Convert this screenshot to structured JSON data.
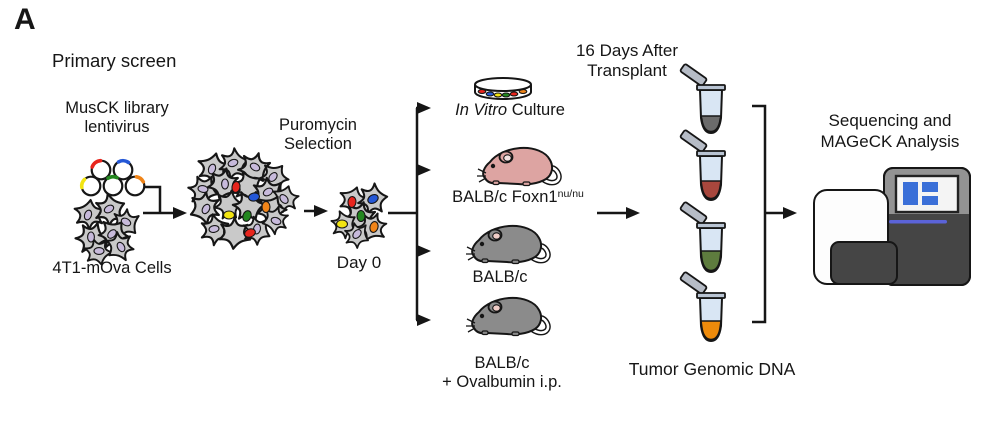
{
  "figure": {
    "panel_label": "A",
    "title": "Primary screen"
  },
  "labels": {
    "library_line1": "MusCK library",
    "library_line2": "lentivirus",
    "cells": "4T1-mOva Cells",
    "selection_line1": "Puromycin",
    "selection_line2": "Selection",
    "day0": "Day 0",
    "in_vitro_italic": "In Vitro",
    "in_vitro_rest": "Culture",
    "nude_base": "BALB/c Foxn1",
    "nude_sup": "nu/nu",
    "balbc": "BALB/c",
    "ova_line1": "BALB/c",
    "ova_line2": "+ Ovalbumin i.p.",
    "timepoint_line1": "16 Days After",
    "timepoint_line2": "Transplant",
    "dna": "Tumor Genomic DNA",
    "analysis_line1": "Sequencing and",
    "analysis_line2": "MAGeCK Analysis"
  },
  "icons": [
    "plasmid-icons",
    "cell-cluster-small",
    "cell-cluster-large",
    "cell-cluster-day0",
    "petri-dish-icon",
    "nude-mouse-icon",
    "balbc-mouse-icon",
    "balbc-ova-mouse-icon",
    "microtube-icon",
    "bracket",
    "sequencer-icon",
    "arrow"
  ],
  "colors": {
    "marker_red": "#e8251d",
    "marker_blue": "#2457d6",
    "marker_yellow": "#f2e411",
    "marker_green": "#23871f",
    "marker_orange": "#f08418",
    "nucleus_lavender": "#c7badb",
    "cell_fill": "#c9c9c9",
    "mouse_pink": "#dda4a2",
    "mouse_pink_ear": "#f2e2e1",
    "mouse_gray": "#8b8b8b",
    "mouse_gray_ear": "#f0cdc7",
    "tube_fluid": "#d9e6f4",
    "tube1_content": "#6b6b6b",
    "tube2_content": "#a8473d",
    "tube3_content": "#5e7c3e",
    "tube4_content": "#ee8b0b",
    "sequencer_dark": "#454545",
    "sequencer_light": "#939393",
    "screen_blue": "#3a6fd8",
    "status_blue": "#5b63d8"
  }
}
